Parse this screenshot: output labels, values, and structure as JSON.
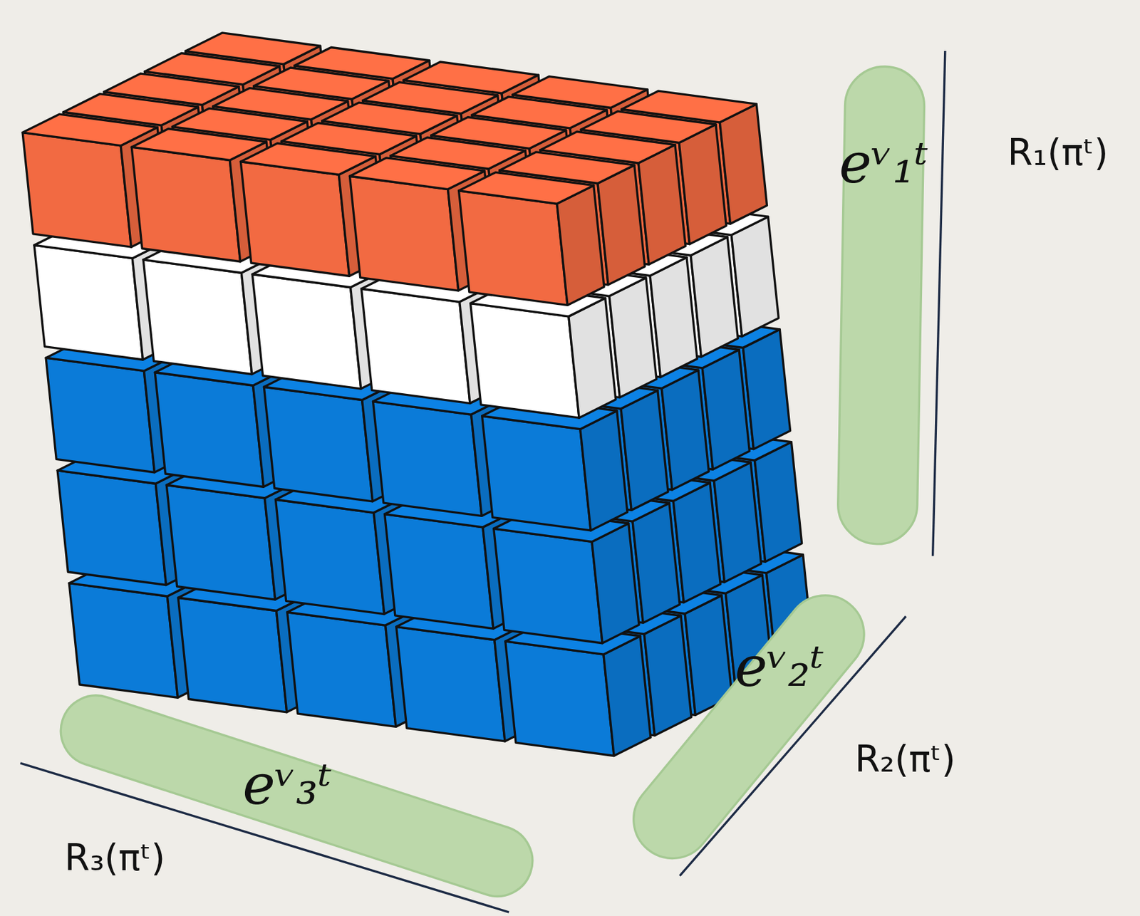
{
  "diagram": {
    "nodes": [
      {
        "text": [
          "eᵛ₁ᵗ"
        ]
      },
      {
        "text": [
          "eᵛ₂ᵗ"
        ]
      },
      {
        "text": [
          "eᵛ₃ᵗ"
        ]
      }
    ],
    "labels": [
      "R₁(πᵗ)",
      "R₂(πᵗ)",
      "R₃(πᵗ)"
    ]
  }
}
